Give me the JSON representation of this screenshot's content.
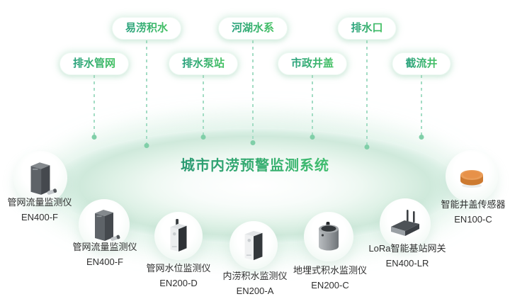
{
  "title": "城市内涝预警监测系统",
  "tags": {
    "row1": [
      "易涝积水",
      "河湖水系",
      "排水口"
    ],
    "row2": [
      "排水管网",
      "排水泵站",
      "市政井盖",
      "截流井"
    ]
  },
  "devices": [
    {
      "name": "管网流量监测仪",
      "model": "EN400-F"
    },
    {
      "name": "管网流量监测仪",
      "model": "EN400-F"
    },
    {
      "name": "管网水位监测仪",
      "model": "EN200-D"
    },
    {
      "name": "内涝积水监测仪",
      "model": "EN200-A"
    },
    {
      "name": "地埋式积水监测仪",
      "model": "EN200-C"
    },
    {
      "name": "LoRa智能基站网关",
      "model": "EN400-LR"
    },
    {
      "name": "智能井盖传感器",
      "model": "EN100-C"
    }
  ],
  "colors": {
    "accent_green": "#3fbd6e",
    "accent_teal": "#27a07c",
    "line_green": "#a3dcc4",
    "dot_green": "#80cfa8",
    "ellipse_band": "#cfe9db",
    "label_text": "#2f2f2f",
    "manhole_orange": "#e08c43"
  }
}
